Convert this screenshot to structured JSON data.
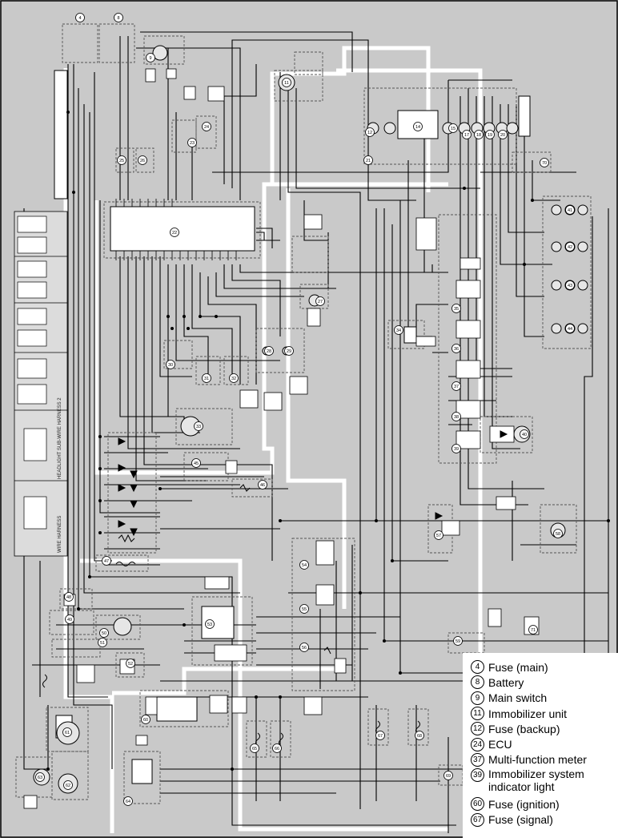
{
  "diagram": {
    "side_labels": {
      "wire_harness": "WIRE HARNESS",
      "headlight_sub_wire_harness_2": "HEADLIGHT SUB-WIRE HARNESS 2"
    },
    "component_ids": [
      "4",
      "8",
      "9",
      "11",
      "12",
      "14",
      "15",
      "17",
      "18",
      "19",
      "20",
      "21",
      "22",
      "23",
      "24",
      "25",
      "26",
      "27",
      "28",
      "29",
      "30",
      "31",
      "32",
      "33",
      "34",
      "35",
      "36",
      "37",
      "38",
      "39",
      "40",
      "41",
      "42",
      "43",
      "44",
      "45",
      "46",
      "47",
      "48",
      "49",
      "50",
      "51",
      "52",
      "53",
      "54",
      "55",
      "56",
      "57",
      "58",
      "59",
      "60",
      "61",
      "62",
      "63",
      "64",
      "65",
      "66",
      "67",
      "68",
      "69",
      "70",
      "71"
    ],
    "colors": {
      "background": "#c9c9c9",
      "wire": "#000000",
      "harness_outline": "#ffffff",
      "dashed_box": "#5a5a5a"
    }
  },
  "legend": {
    "items": [
      {
        "num": "4",
        "label": "Fuse (main)"
      },
      {
        "num": "8",
        "label": "Battery"
      },
      {
        "num": "9",
        "label": "Main switch"
      },
      {
        "num": "11",
        "label": "Immobilizer unit"
      },
      {
        "num": "12",
        "label": "Fuse (backup)"
      },
      {
        "num": "24",
        "label": "ECU"
      },
      {
        "num": "37",
        "label": "Multi-function meter"
      },
      {
        "num": "39",
        "label": "Immobilizer system indicator light"
      },
      {
        "num": "60",
        "label": "Fuse (ignition)"
      },
      {
        "num": "67",
        "label": "Fuse (signal)"
      }
    ]
  }
}
